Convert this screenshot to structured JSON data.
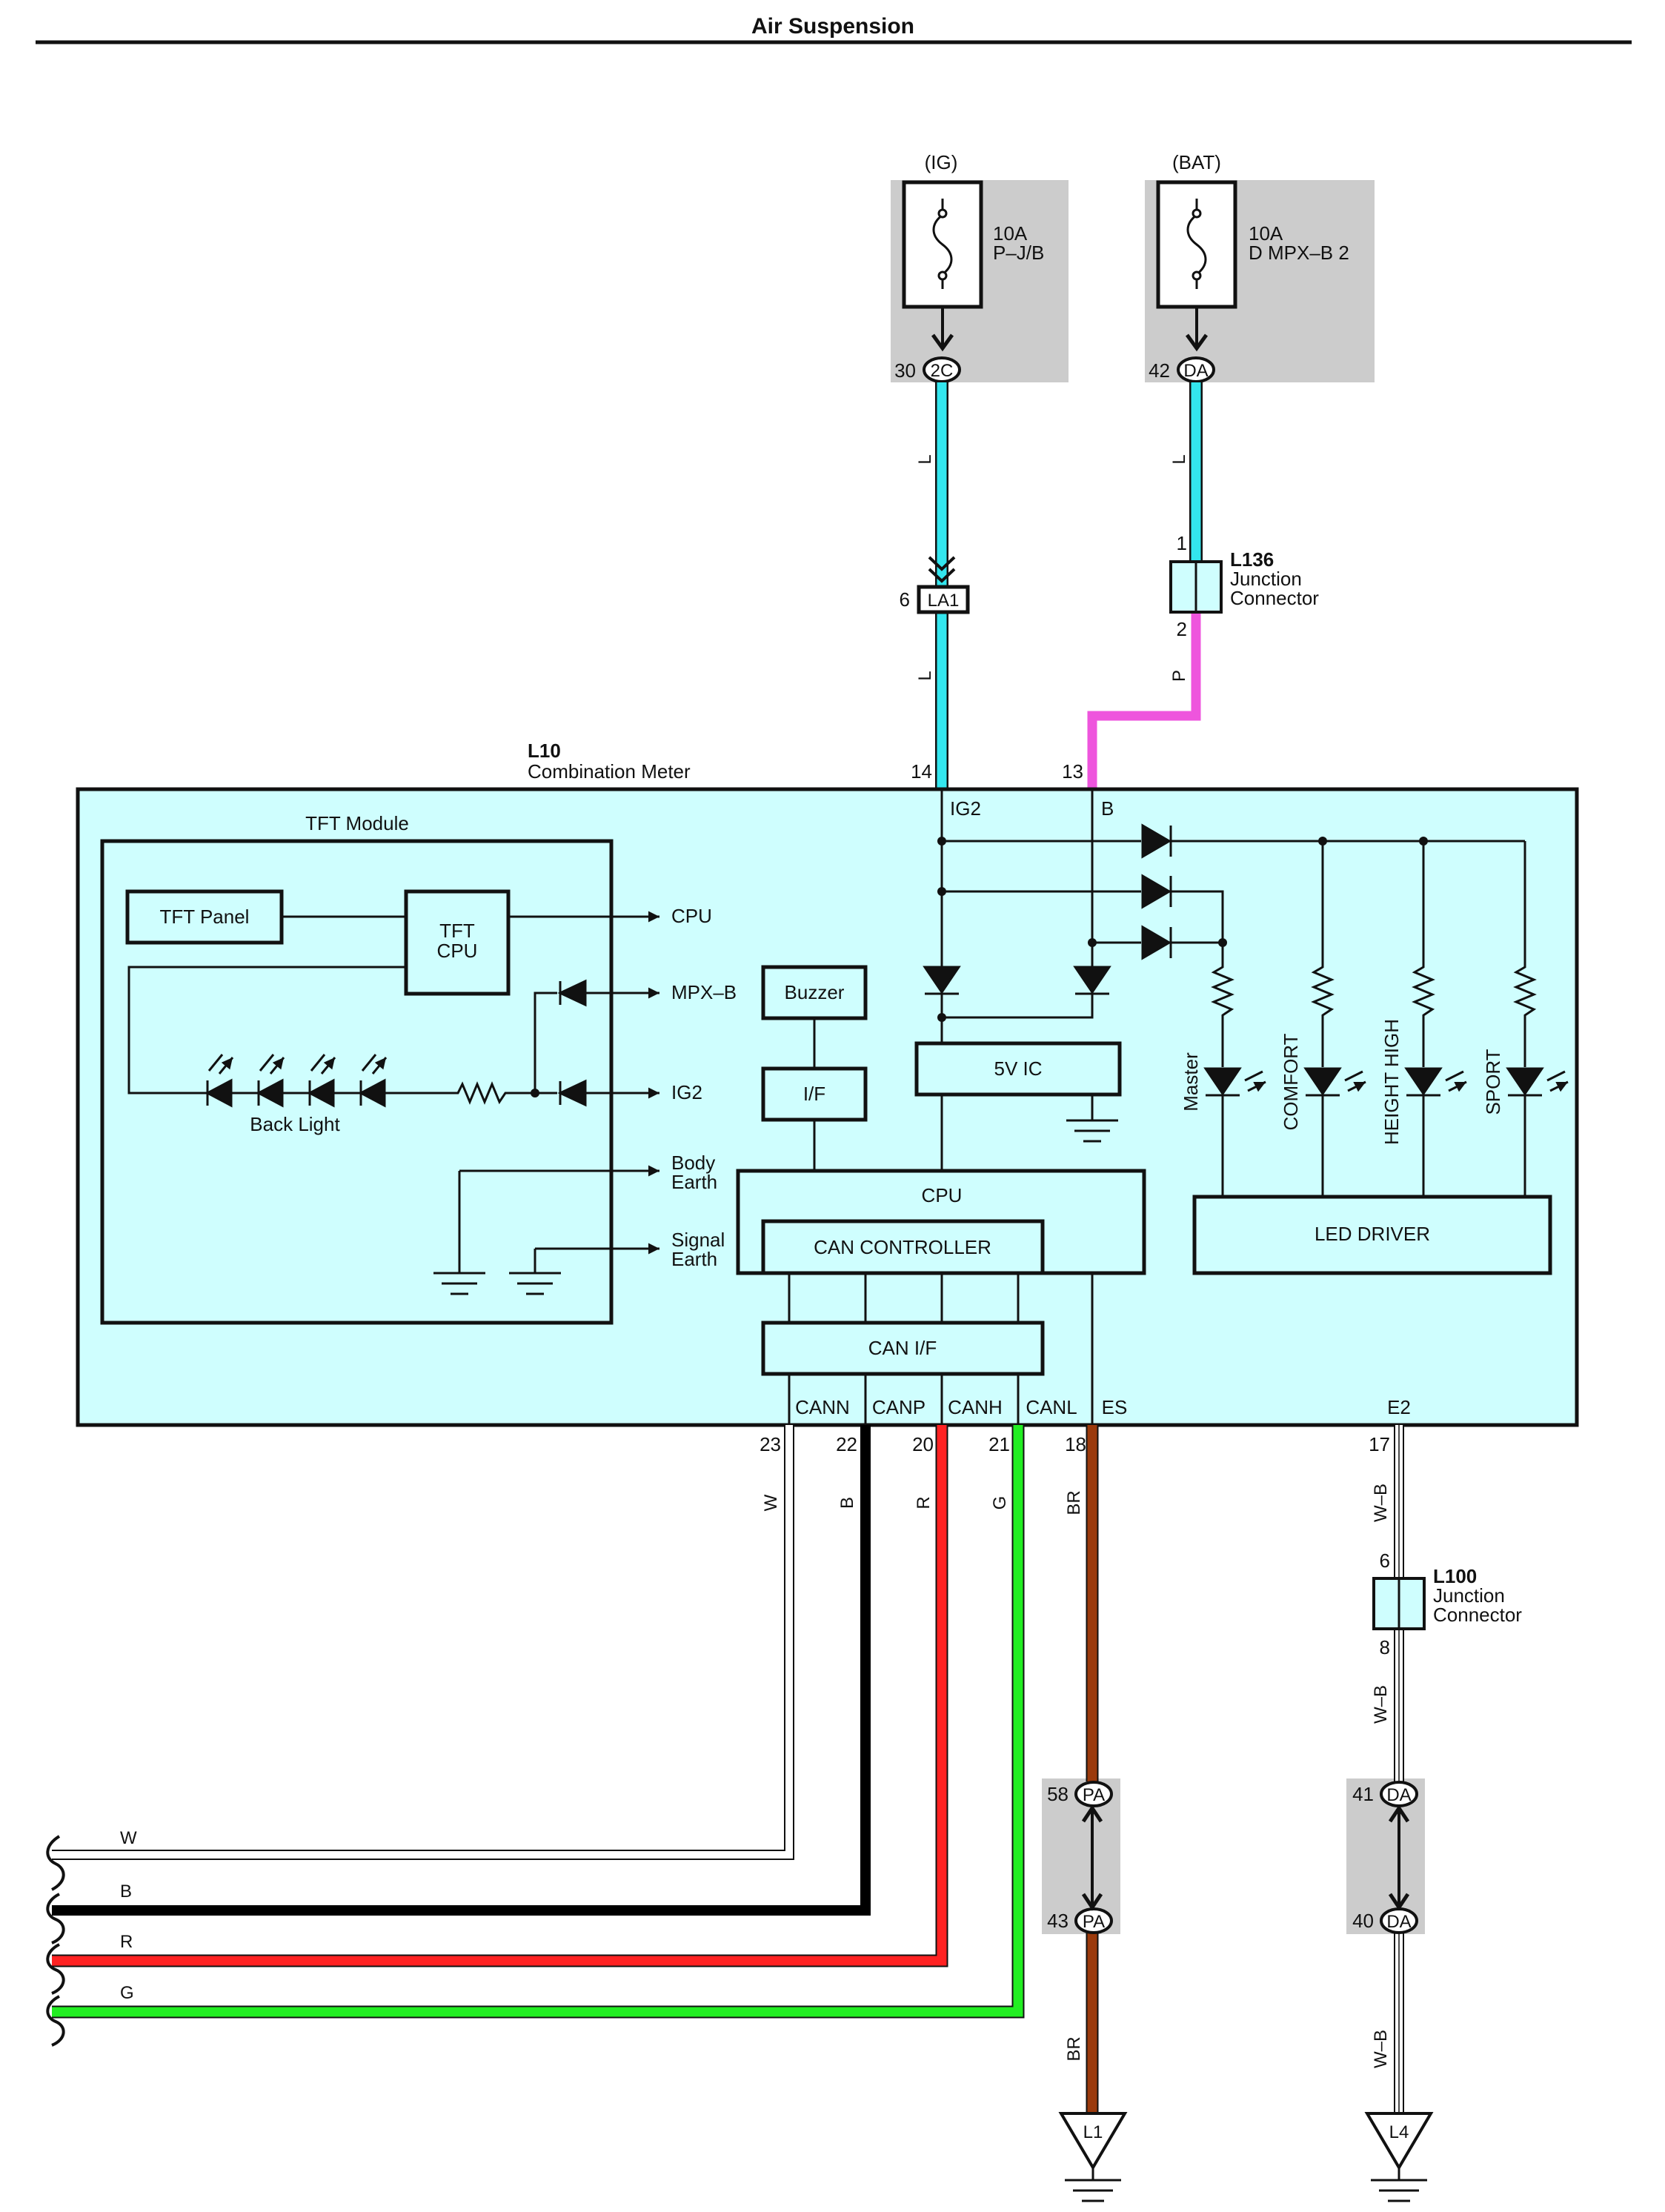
{
  "title": "Air Suspension",
  "fuses": [
    {
      "id": "ig",
      "source": "(IG)",
      "rating": "10A",
      "location": "P–J/B",
      "pin": "30",
      "connector": "2C"
    },
    {
      "id": "bat",
      "source": "(BAT)",
      "rating": "10A",
      "location": "D MPX–B 2",
      "pin": "42",
      "connector": "DA"
    }
  ],
  "connectors": {
    "la1": {
      "pin": "6",
      "id": "LA1"
    },
    "l136": {
      "code": "L136",
      "name1": "Junction",
      "name2": "Connector",
      "pin_in": "1",
      "pin_out": "2"
    },
    "l100": {
      "code": "L100",
      "name1": "Junction",
      "name2": "Connector",
      "pin_in": "6",
      "pin_out": "8"
    },
    "pa": {
      "pin_top": "58",
      "pin_bottom": "43",
      "id": "PA"
    },
    "da": {
      "pin_top": "41",
      "pin_bottom": "40",
      "id": "DA"
    }
  },
  "meter": {
    "code": "L10",
    "name": "Combination Meter",
    "tft_module": "TFT Module",
    "tft_panel": "TFT Panel",
    "tft_cpu_1": "TFT",
    "tft_cpu_2": "CPU",
    "back_light": "Back Light",
    "outputs": {
      "cpu": "CPU",
      "mpxb": "MPX–B",
      "ig2": "IG2",
      "body_earth_1": "Body",
      "body_earth_2": "Earth",
      "signal_earth_1": "Signal",
      "signal_earth_2": "Earth"
    },
    "buzzer": "Buzzer",
    "if": "I/F",
    "five_v_ic": "5V IC",
    "cpu": "CPU",
    "can_controller": "CAN CONTROLLER",
    "can_if": "CAN I/F",
    "led_driver": "LED DRIVER",
    "leds": [
      "Master",
      "COMFORT",
      "HEIGHT HIGH",
      "SPORT"
    ],
    "terminals_top": [
      {
        "pin": "14",
        "name": "IG2"
      },
      {
        "pin": "13",
        "name": "B"
      }
    ],
    "terminals_bottom": [
      {
        "pin": "23",
        "name": "CANN"
      },
      {
        "pin": "22",
        "name": "CANP"
      },
      {
        "pin": "20",
        "name": "CANH"
      },
      {
        "pin": "21",
        "name": "CANL"
      },
      {
        "pin": "18",
        "name": "ES"
      },
      {
        "pin": "17",
        "name": "E2"
      }
    ]
  },
  "wire_colors": {
    "ig_top": "L",
    "ig_bottom": "L",
    "bat_top": "L",
    "bat_bottom": "P",
    "w": "W",
    "b": "B",
    "r": "R",
    "g": "G",
    "es_top": "BR",
    "es_bottom": "BR",
    "e2_top": "W–B",
    "e2_mid": "W–B",
    "e2_bottom": "W–B"
  },
  "grounds": {
    "left": "L1",
    "right": "L4"
  },
  "colors": {
    "L": "#33e6ee",
    "P": "#ee55dd",
    "B": "#000000",
    "R": "#ff2222",
    "G": "#22ee22",
    "BR": "#9b3a0c",
    "W": "#ffffff",
    "meter_fill": "#cffefe",
    "splice_fill": "#cccccc"
  }
}
